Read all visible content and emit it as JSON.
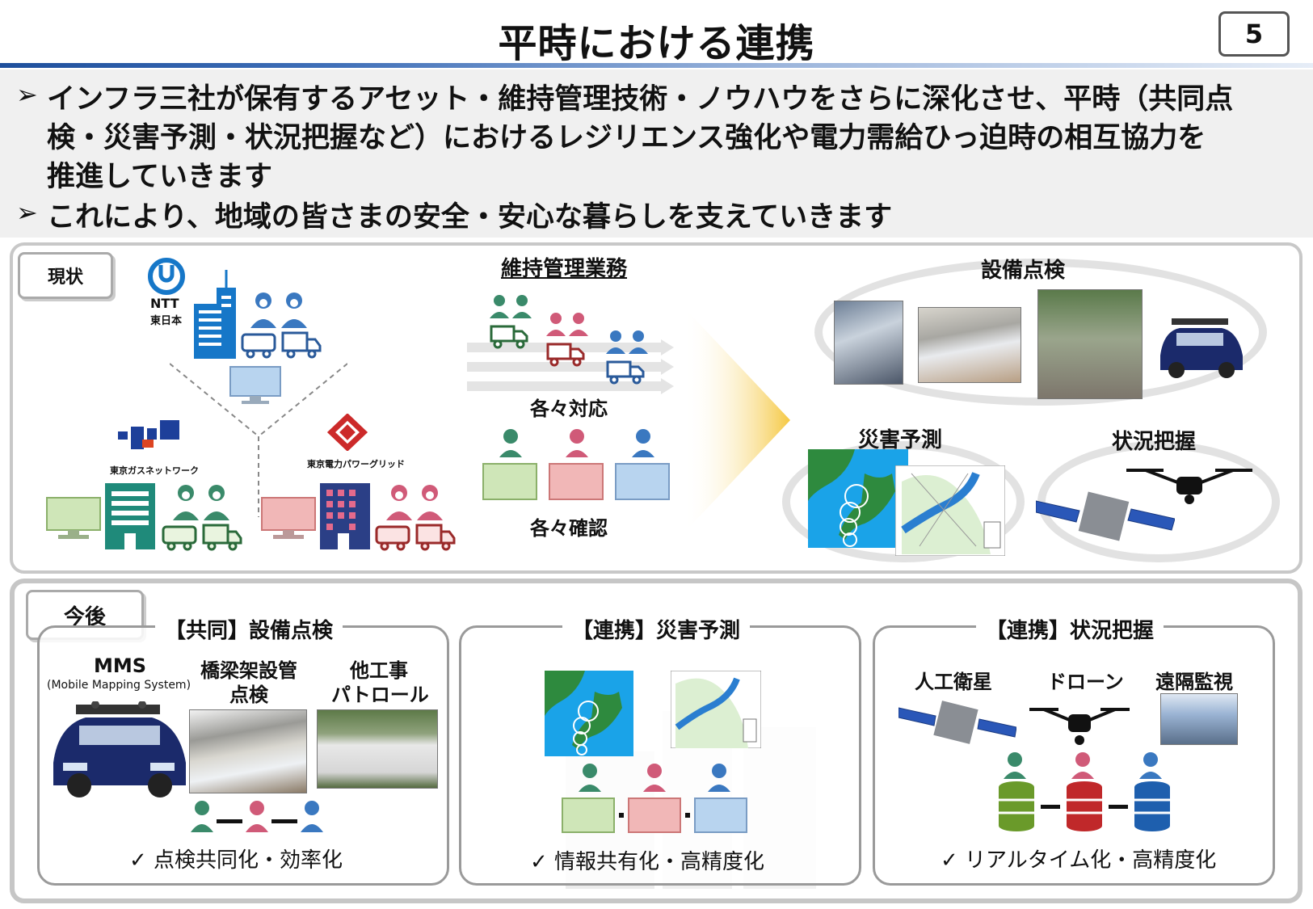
{
  "header": {
    "title": "平時における連携",
    "page_number": "5"
  },
  "bullets": {
    "marker": "➢",
    "item1_line1": "インフラ三社が保有するアセット・維持管理技術・ノウハウをさらに深化させ、平時（共同点",
    "item1_line2": "検・災害予測・状況把握など）におけるレジリエンス強化や電力需給ひっ迫時の相互協力を",
    "item1_line3": "推進していきます",
    "item2": "これにより、地域の皆さまの安全・安心な暮らしを支えていきます"
  },
  "current": {
    "tag": "現状",
    "ntt_logo_line1": "NTT",
    "ntt_logo_line2": "東日本",
    "tokyo_gas_label": "東京ガスネットワーク",
    "tepco_label": "東京電力パワーグリッド",
    "maintenance_title": "維持管理業務",
    "each_response": "各々対応",
    "each_confirm": "各々確認",
    "equipment_inspection": "設備点検",
    "disaster_prediction": "災害予測",
    "situation_awareness": "状況把握"
  },
  "future": {
    "tag": "今後",
    "joint_inspection": {
      "title": "【共同】設備点検",
      "mms": "MMS",
      "mms_sub": "(Mobile Mapping System)",
      "bridge_line1": "橋梁架設管",
      "bridge_line2": "点検",
      "patrol_line1": "他工事",
      "patrol_line2": "パトロール",
      "benefit": "✓ 点検共同化・効率化"
    },
    "disaster": {
      "title": "【連携】災害予測",
      "benefit": "✓ 情報共有化・高精度化"
    },
    "situation": {
      "title": "【連携】状況把握",
      "satellite": "人工衛星",
      "drone": "ドローン",
      "remote": "遠隔監視",
      "benefit": "✓ リアルタイム化・高精度化"
    }
  },
  "colors": {
    "ntt_blue": "#1677c8",
    "gas_green": "#6a9a4a",
    "tepco_red": "#cc2a2a",
    "navy": "#1e4f9c"
  }
}
